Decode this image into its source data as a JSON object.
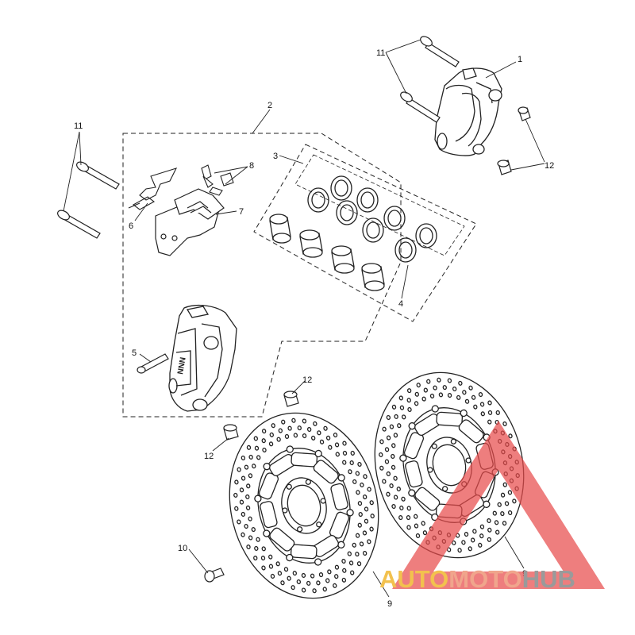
{
  "callouts": {
    "c1": "1",
    "c2": "2",
    "c3": "3",
    "c4": "4",
    "c5": "5",
    "c6": "6",
    "c7": "7",
    "c8": "8",
    "c9a": "9",
    "c9b": "9",
    "c10": "10",
    "c11a": "11",
    "c11b": "11",
    "c12a": "12",
    "c12b": "12",
    "c12c": "12"
  },
  "watermark": {
    "auto": "AUTO",
    "moto": "MOTO",
    "hub": "HUB",
    "triangle_color": "#e84c4c"
  },
  "colors": {
    "line": "#222222",
    "background": "#ffffff"
  }
}
